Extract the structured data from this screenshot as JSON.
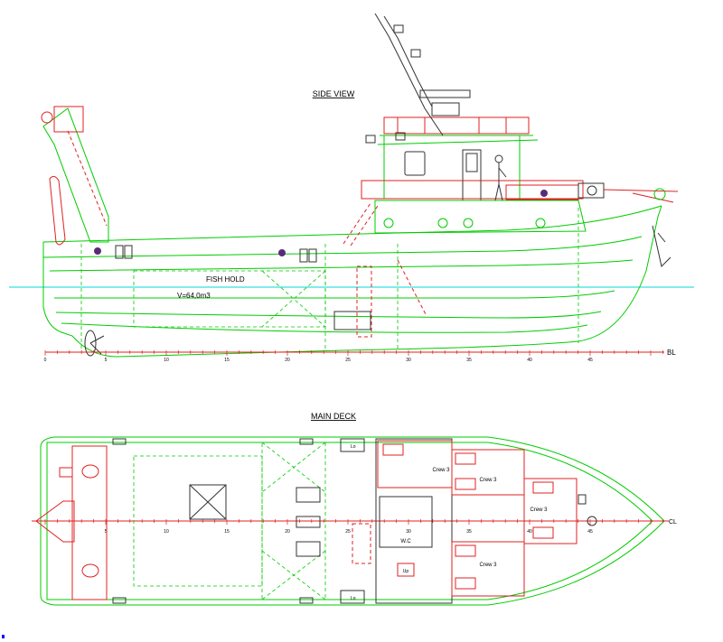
{
  "side_view": {
    "title": "SIDE VIEW",
    "fish_hold_label": "FISH HOLD",
    "volume_label": "V=64,0m3",
    "baseline_label": "BL",
    "frame_numbers": [
      "0",
      "5",
      "10",
      "15",
      "20",
      "25",
      "30",
      "35",
      "40",
      "45"
    ]
  },
  "main_deck": {
    "title": "MAIN DECK",
    "centerline_label": "CL",
    "frame_numbers": [
      "5",
      "10",
      "15",
      "20",
      "25",
      "30",
      "35",
      "40",
      "45"
    ],
    "rooms": {
      "crew_cabins": [
        "Crew 3",
        "Crew 3",
        "Crew 3",
        "Crew 3"
      ],
      "wc": "W.C",
      "locker_labels": [
        "Lo",
        "Lo"
      ],
      "stair": "Up"
    }
  },
  "colors": {
    "outline": "#00cc00",
    "structure": "#e02020",
    "waterline": "#00d8d8",
    "equipment": "#333333",
    "accent": "#0000ff"
  }
}
